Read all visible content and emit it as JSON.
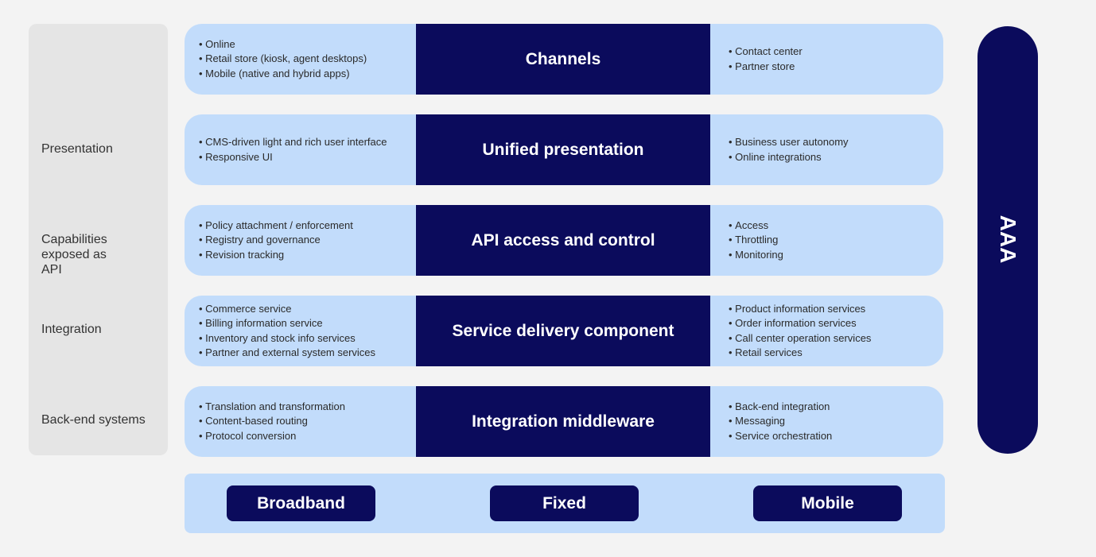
{
  "side_labels": [
    "Presentation",
    "Capabilities exposed as API",
    "Integration",
    "Back-end systems"
  ],
  "layers": [
    {
      "title": "Channels",
      "left": [
        "Online",
        "Retail store (kiosk, agent desktops)",
        "Mobile (native and hybrid apps)"
      ],
      "right": [
        "Contact center",
        "Partner store"
      ]
    },
    {
      "title": "Unified presentation",
      "left": [
        "CMS-driven light and rich user interface",
        "Responsive UI"
      ],
      "right": [
        "Business user autonomy",
        "Online integrations"
      ]
    },
    {
      "title": "API access and control",
      "left": [
        "Policy attachment / enforcement",
        "Registry and governance",
        "Revision tracking"
      ],
      "right": [
        "Access",
        "Throttling",
        "Monitoring"
      ]
    },
    {
      "title": "Service delivery component",
      "left": [
        "Commerce service",
        "Billing information service",
        "Inventory and stock info services",
        "Partner and external system services"
      ],
      "right": [
        "Product information services",
        "Order information services",
        "Call center operation services",
        "Retail services"
      ]
    },
    {
      "title": "Integration middleware",
      "left": [
        "Translation and transformation",
        "Content-based routing",
        "Protocol conversion"
      ],
      "right": [
        "Back-end integration",
        "Messaging",
        "Service orchestration"
      ]
    }
  ],
  "networks": [
    "Broadband",
    "Fixed",
    "Mobile"
  ],
  "aaa_label": "AAA",
  "colors": {
    "dark_navy": "#0b0b5c",
    "light_blue": "#c2dcfb",
    "side_panel": "#e5e5e5",
    "background": "#f3f3f3"
  }
}
